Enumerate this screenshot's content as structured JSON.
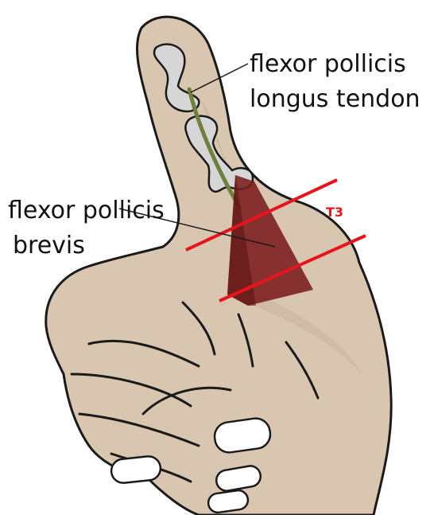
{
  "labels": {
    "fpl_line1": "flexor pollicis",
    "fpl_line2": "longus tendon",
    "fpb_line1": "flexor pollicis",
    "fpb_line2": "brevis",
    "zone": "T3"
  },
  "colors": {
    "skin": "#d9c6b1",
    "skin_shadow": "#c8b29a",
    "outline": "#1a1a1a",
    "bone": "#d6d6d6",
    "tendon": "#6f7f3e",
    "muscle": "#7a1c1c",
    "zone_line": "#e8141c",
    "nail": "#ffffff"
  }
}
